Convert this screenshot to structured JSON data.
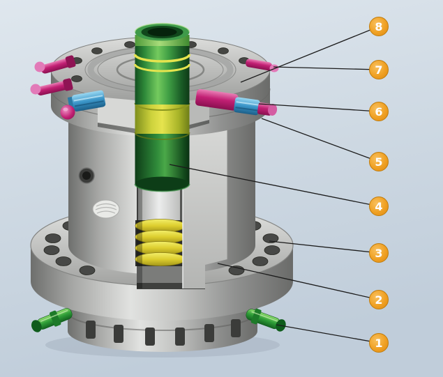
{
  "figure": {
    "callouts": [
      {
        "number": "8"
      },
      {
        "number": "7"
      },
      {
        "number": "6"
      },
      {
        "number": "5"
      },
      {
        "number": "4"
      },
      {
        "number": "3"
      },
      {
        "number": "2"
      },
      {
        "number": "1"
      }
    ]
  },
  "colors": {
    "callout_fill": "#f0a124",
    "callout_border": "#c07c0c",
    "callout_text": "#ffffff",
    "leader_line": "#1b1b1b",
    "background_top": "#dfe7ee",
    "background_bottom": "#c0cdda",
    "steel_gray": "#b2b3b1",
    "mandrel_green": "#3f9a4a",
    "seal_ring_yellow": "#ddce2e",
    "valve_magenta": "#c22074",
    "fitting_blue": "#3a95c8",
    "plug_green": "#2f9e38"
  }
}
